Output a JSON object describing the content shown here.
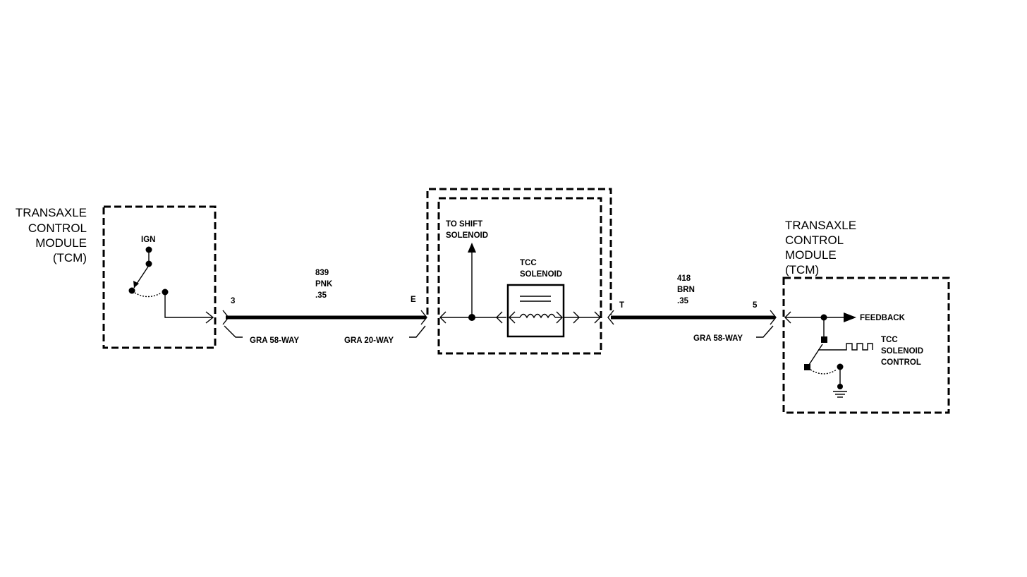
{
  "left_module": {
    "title_lines": [
      "TRANSAXLE",
      "CONTROL",
      "MODULE",
      "(TCM)"
    ],
    "ign_label": "IGN"
  },
  "wire_left": {
    "pin_start": "3",
    "pin_end": "E",
    "circuit": "839",
    "color": "PNK",
    "gauge": ".35",
    "connector_start": "GRA 58-WAY",
    "connector_end": "GRA 20-WAY"
  },
  "solenoid_box": {
    "to_shift_line1": "TO SHIFT",
    "to_shift_line2": "SOLENOID",
    "tcc_line1": "TCC",
    "tcc_line2": "SOLENOID"
  },
  "wire_right": {
    "pin_start": "T",
    "pin_end": "5",
    "circuit": "418",
    "color": "BRN",
    "gauge": ".35",
    "connector_end": "GRA 58-WAY"
  },
  "right_module": {
    "title_lines": [
      "TRANSAXLE",
      "CONTROL",
      "MODULE",
      "(TCM)"
    ],
    "feedback_label": "FEEDBACK",
    "control_line1": "TCC",
    "control_line2": "SOLENOID",
    "control_line3": "CONTROL"
  }
}
